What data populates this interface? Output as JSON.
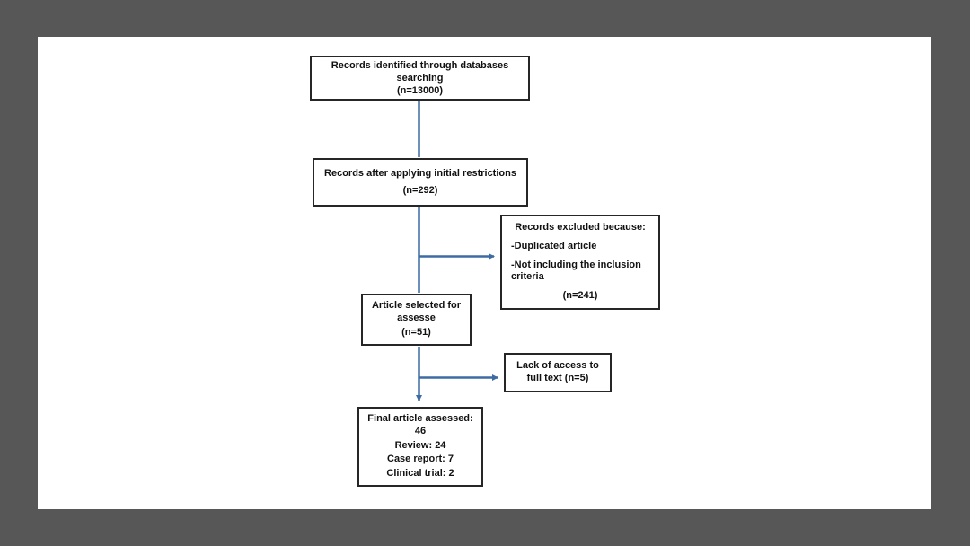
{
  "colors": {
    "page_background": "#575757",
    "canvas_background": "#ffffff",
    "box_border": "#262626",
    "text": "#111111",
    "connector": "#3d6ca3"
  },
  "flowchart": {
    "identified": {
      "line1": "Records identified through databases searching",
      "count": "(n=13000)"
    },
    "restrictions": {
      "line1": "Records after applying initial restrictions",
      "count": "(n=292)"
    },
    "excluded": {
      "title": "Records excluded because:",
      "reason1": "-Duplicated article",
      "reason2": "-Not including the inclusion criteria",
      "count": "(n=241)"
    },
    "selected": {
      "line1": "Article selected for assesse",
      "count": "(n=51)"
    },
    "no_access": {
      "line1": "Lack of access to full text (n=5)"
    },
    "final": {
      "line1": "Final article assessed: 46",
      "line2": "Review: 24",
      "line3": "Case report: 7",
      "line4": "Clinical trial: 2"
    }
  }
}
